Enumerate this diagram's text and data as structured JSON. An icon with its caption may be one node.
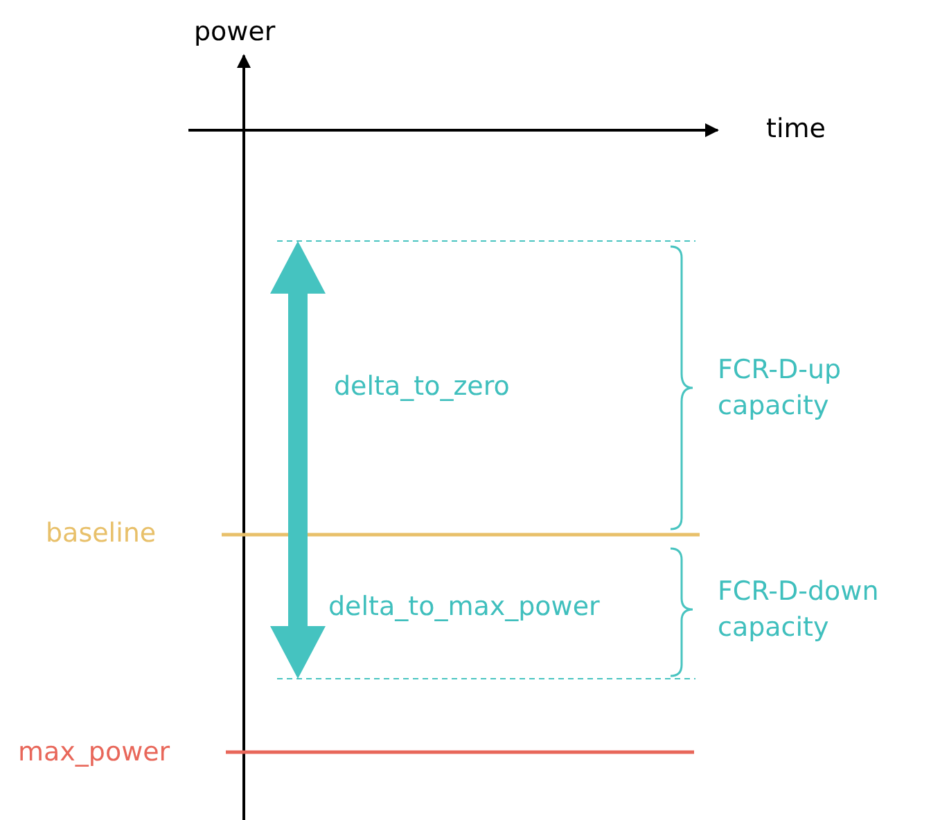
{
  "diagram": {
    "labels": [
      "power",
      "time",
      "delta_to_zero",
      "FCR-D-up capacity",
      "baseline",
      "delta_to_max_power",
      "FCR-D-down capacity",
      "max_power"
    ]
  }
}
